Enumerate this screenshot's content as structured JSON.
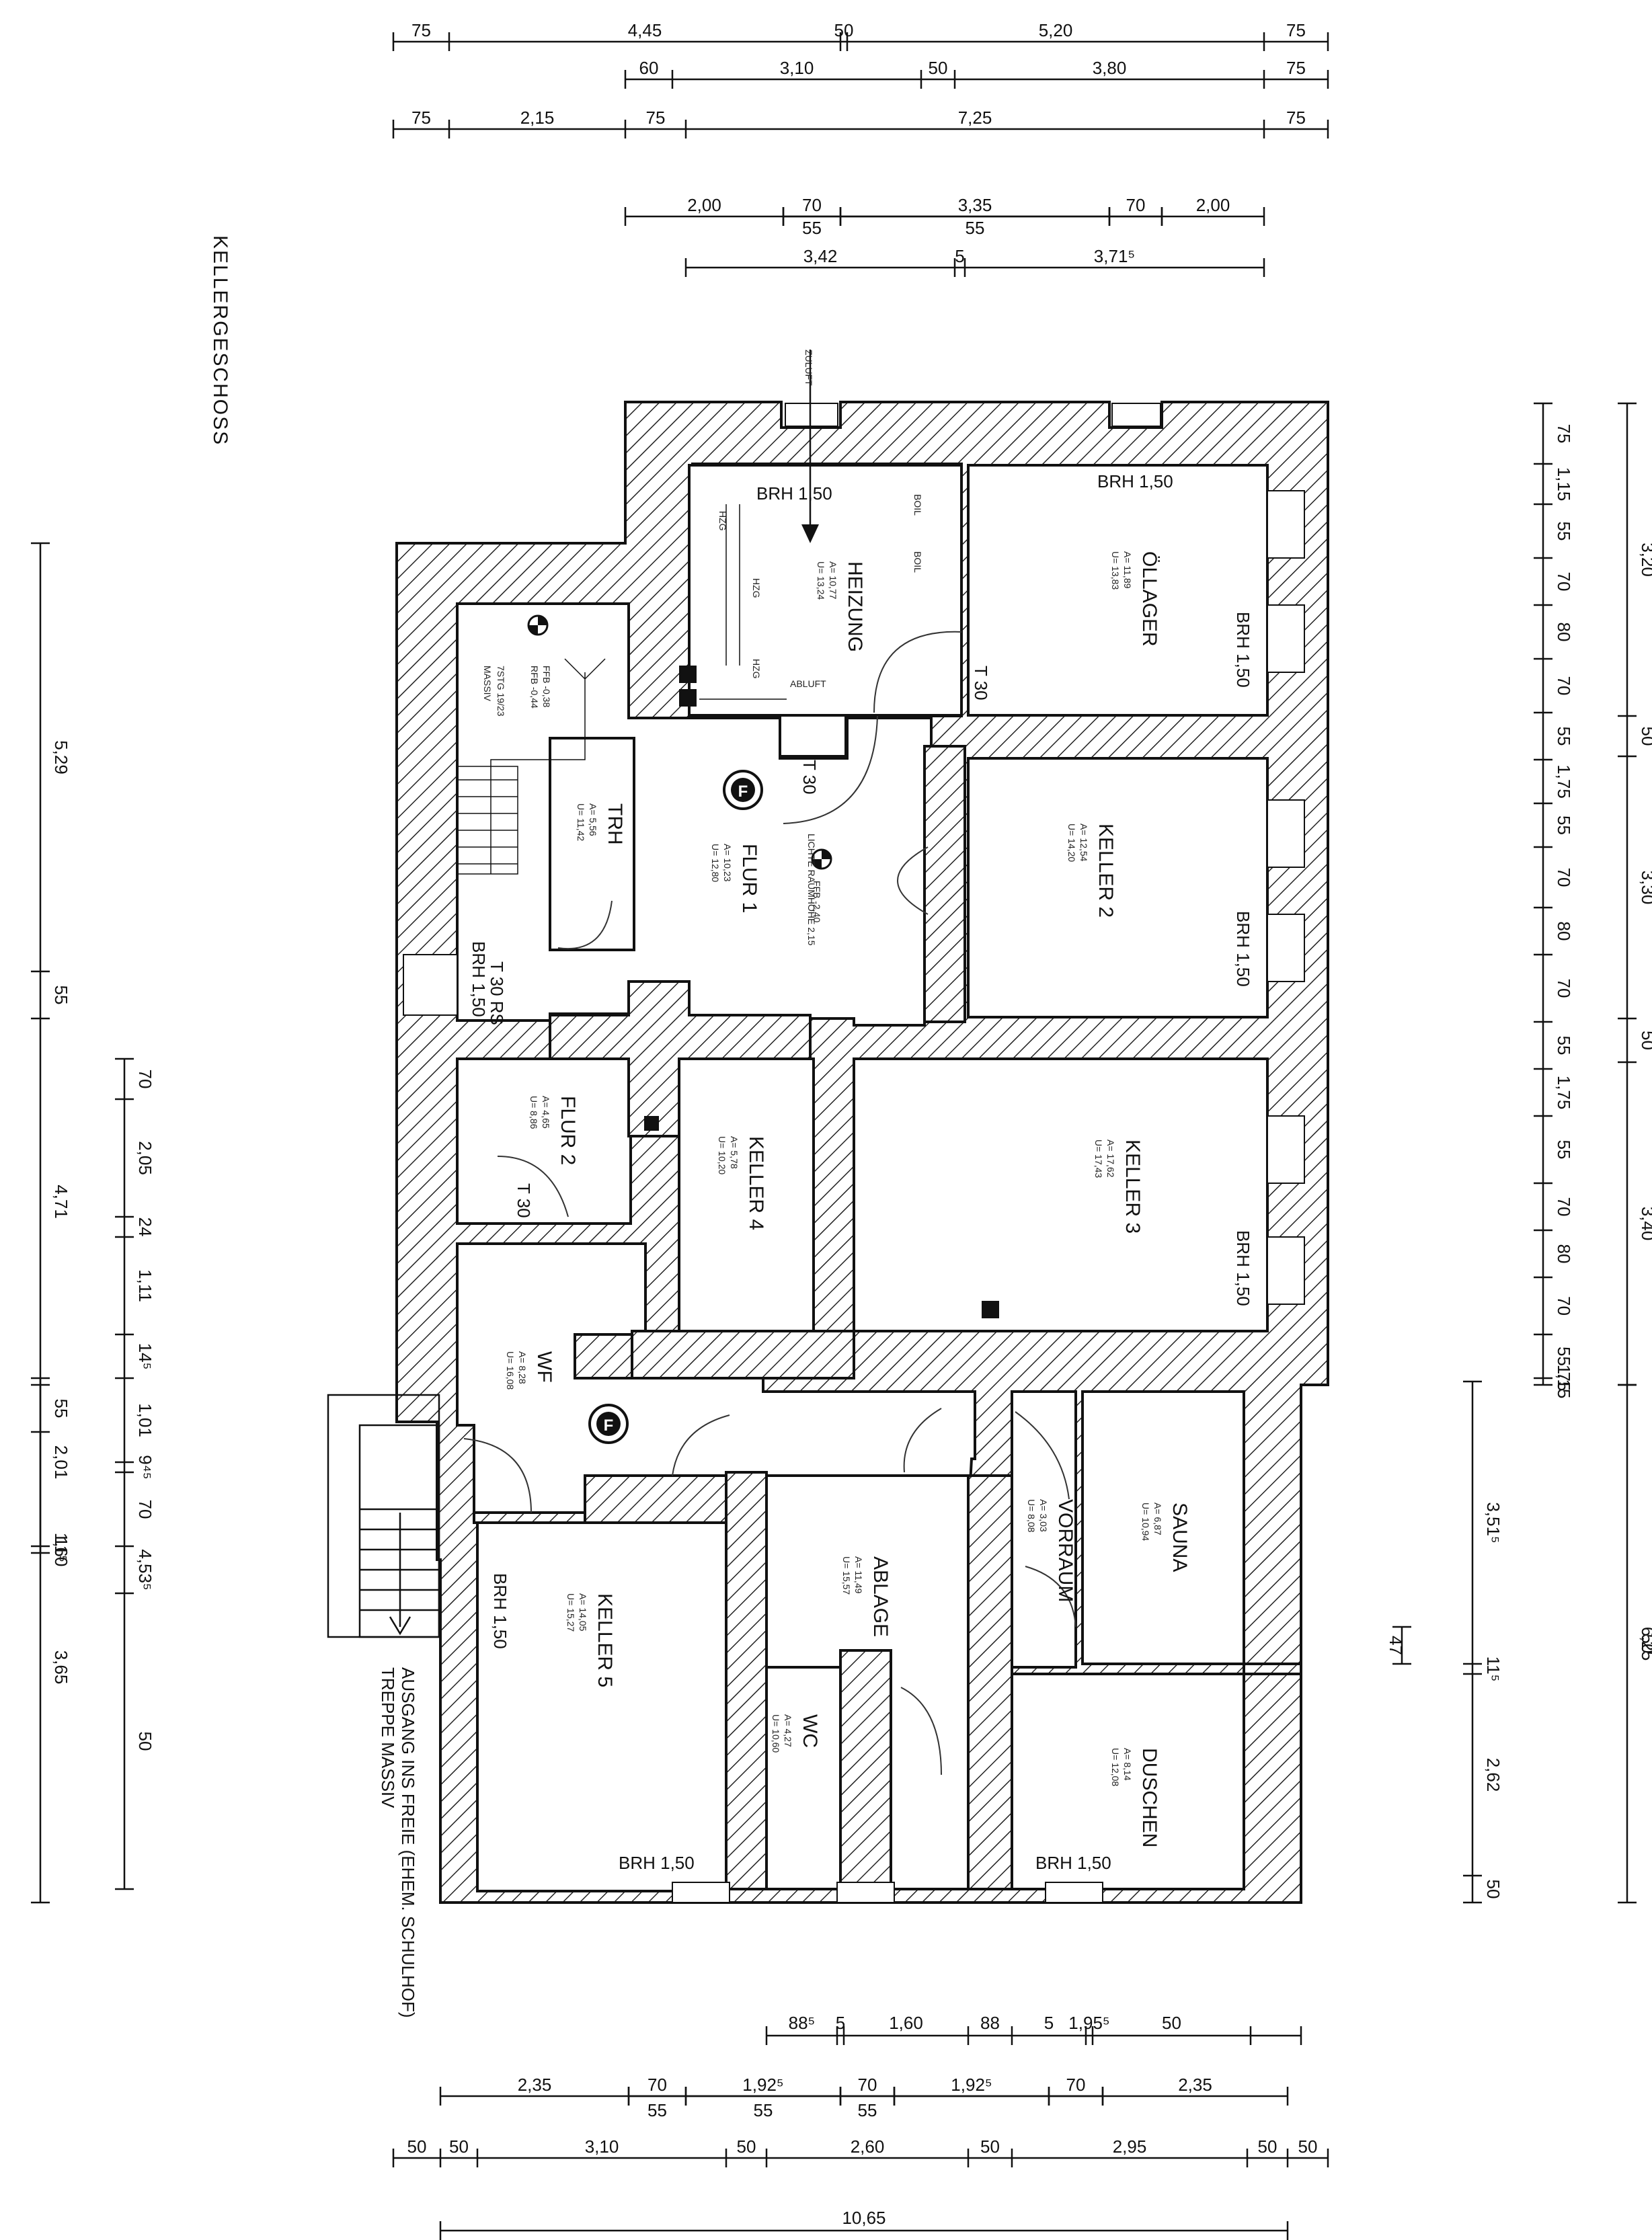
{
  "title": "KELLERGESCHOSS",
  "exit_note": [
    "AUSGANG INS FREIE (EHEM. SCHULHOF)",
    "TREPPE MASSIV"
  ],
  "labels": {
    "zuluft": "ZULUFT",
    "abluft": "ABLUFT",
    "lichte": "LICHTE RAUMHÖHE 2,15",
    "ffb_flur": "FFB -2,40",
    "ffb_stair": [
      "FFB -0,38",
      "RFB -0,44"
    ],
    "stair": [
      "7STG 19/23",
      "MASSIV"
    ],
    "t30_1": "T 30",
    "t30_2": "T 30",
    "t30_3": "T 30",
    "t30rs": "T 30 RS",
    "brh150": "BRH 1,50",
    "hzg": "HZG",
    "boil": "BOIL",
    "f": "F"
  },
  "rooms": [
    {
      "name": "HEIZUNG",
      "a": "A= 10,77",
      "u": "U= 13,24"
    },
    {
      "name": "ÖLLAGER",
      "a": "A= 11,89",
      "u": "U= 13,83"
    },
    {
      "name": "KELLER 2",
      "a": "A= 12,54",
      "u": "U= 14,20"
    },
    {
      "name": "FLUR 1",
      "a": "A= 10,23",
      "u": "U= 12,80"
    },
    {
      "name": "TRH",
      "a": "A= 5,56",
      "u": "U= 11,42"
    },
    {
      "name": "FLUR 2",
      "a": "A= 4,65",
      "u": "U= 8,86"
    },
    {
      "name": "KELLER 4",
      "a": "A= 5,78",
      "u": "U= 10,20"
    },
    {
      "name": "KELLER 3",
      "a": "A= 17,62",
      "u": "U= 17,43"
    },
    {
      "name": "WF",
      "a": "A= 8,28",
      "u": "U= 16,08"
    },
    {
      "name": "KELLER 5",
      "a": "A= 14,05",
      "u": "U= 15,27"
    },
    {
      "name": "ABLAGE",
      "a": "A= 11,49",
      "u": "U= 15,57"
    },
    {
      "name": "WC",
      "a": "A= 4,27",
      "u": "U= 10,60"
    },
    {
      "name": "VORRAUM",
      "a": "A= 3,03",
      "u": "U= 8,08"
    },
    {
      "name": "SAUNA",
      "a": "A= 6,87",
      "u": "U= 10,94"
    },
    {
      "name": "DUSCHEN",
      "a": "A= 8,14",
      "u": "U= 12,08"
    }
  ],
  "dims": {
    "top1": [
      "75",
      "4,45",
      "50",
      "5,20",
      "75"
    ],
    "top2": [
      "60",
      "3,10",
      "50",
      "3,80",
      "75"
    ],
    "top3": [
      "75",
      "2,15",
      "75",
      "7,25",
      "75"
    ],
    "top4": [
      "2,00",
      "70",
      "3,35",
      "70",
      "2,00"
    ],
    "top4b": [
      "55",
      "55"
    ],
    "top5": [
      "3,42",
      "5",
      "3,71⁵"
    ],
    "bot1": [
      "88⁵",
      "5",
      "1,60",
      "88",
      "5",
      "1,95⁵",
      "50"
    ],
    "bot2": [
      "2,35",
      "70",
      "1,92⁵",
      "70",
      "1,92⁵",
      "70",
      "2,35"
    ],
    "bot2b": [
      "55",
      "55",
      "55"
    ],
    "bot3": [
      "50",
      "50",
      "3,10",
      "50",
      "2,60",
      "50",
      "2,95",
      "50",
      "50"
    ],
    "bot4": [
      "10,65"
    ],
    "right1": [
      "75",
      "1,15",
      "55",
      "70",
      "80",
      "70",
      "55",
      "1,75",
      "55",
      "70",
      "80",
      "70",
      "55",
      "1,75",
      "55",
      "70",
      "80",
      "70",
      "55",
      "1,15",
      "75"
    ],
    "right2": [
      "3,20",
      "50",
      "3,30",
      "50",
      "3,40"
    ],
    "right3": [
      "6,25",
      "50"
    ],
    "right4": [
      "3,51⁵",
      "11⁵",
      "2,62",
      "50"
    ],
    "right5": [
      "47"
    ],
    "left1": [
      "5,29",
      "55",
      "4,71",
      "55",
      "3,65"
    ],
    "left2": [
      "70",
      "2,05",
      "24",
      "1,11",
      "14⁵",
      "1,01",
      "9⁴⁵",
      "70",
      "4,53⁵",
      "50"
    ],
    "left3": [
      "2,01",
      "1,60",
      "11⁵"
    ]
  }
}
